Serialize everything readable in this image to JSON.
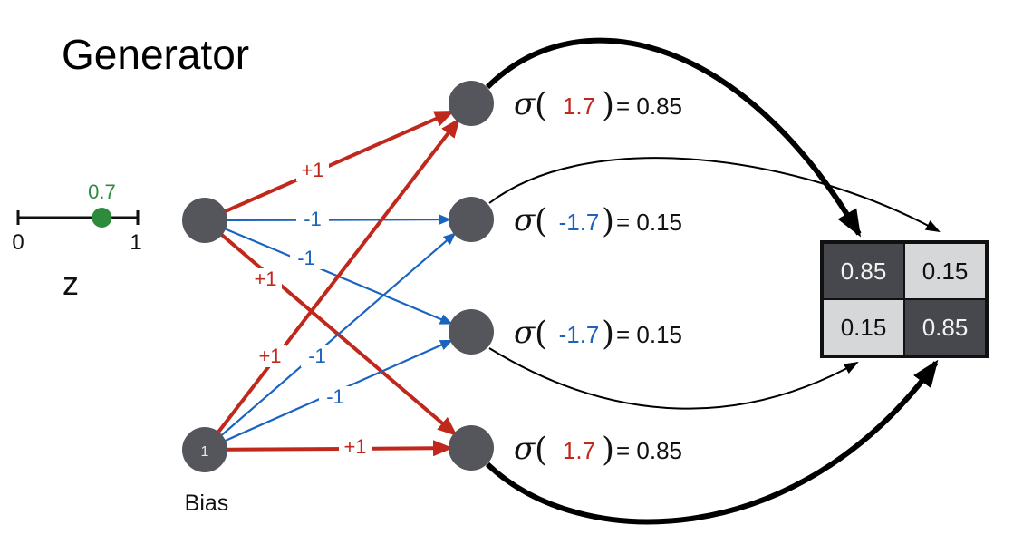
{
  "title": "Generator",
  "colors": {
    "positive": "#c0281b",
    "negative": "#1a64c0",
    "node": "#55565b",
    "slider_point": "#2e8b3e",
    "dark_cell": "#47484d",
    "light_cell": "#d6d7d8"
  },
  "input": {
    "slider": {
      "min_label": "0",
      "max_label": "1",
      "value": 0.7,
      "value_label": "0.7"
    },
    "variable_label": "z",
    "bias_label": "Bias",
    "bias_value": "1"
  },
  "edges": [
    {
      "from": "z",
      "to": 0,
      "weight": "+1",
      "sign": "positive"
    },
    {
      "from": "z",
      "to": 1,
      "weight": "-1",
      "sign": "negative"
    },
    {
      "from": "z",
      "to": 2,
      "weight": "-1",
      "sign": "negative"
    },
    {
      "from": "z",
      "to": 3,
      "weight": "+1",
      "sign": "positive"
    },
    {
      "from": "bias",
      "to": 0,
      "weight": "+1",
      "sign": "positive"
    },
    {
      "from": "bias",
      "to": 1,
      "weight": "-1",
      "sign": "negative"
    },
    {
      "from": "bias",
      "to": 2,
      "weight": "-1",
      "sign": "negative"
    },
    {
      "from": "bias",
      "to": 3,
      "weight": "+1",
      "sign": "positive"
    }
  ],
  "outputs": [
    {
      "func": "σ",
      "arg": "1.7",
      "sign": "positive",
      "result": "= 0.85",
      "cell": 0,
      "strong": true
    },
    {
      "func": "σ",
      "arg": "-1.7",
      "sign": "negative",
      "result": "= 0.15",
      "cell": 1,
      "strong": false
    },
    {
      "func": "σ",
      "arg": "-1.7",
      "sign": "negative",
      "result": "= 0.15",
      "cell": 2,
      "strong": false
    },
    {
      "func": "σ",
      "arg": "1.7",
      "sign": "positive",
      "result": "= 0.85",
      "cell": 3,
      "strong": true
    }
  ],
  "grid": [
    {
      "value": "0.85",
      "shade": "dark"
    },
    {
      "value": "0.15",
      "shade": "light"
    },
    {
      "value": "0.15",
      "shade": "light"
    },
    {
      "value": "0.85",
      "shade": "dark"
    }
  ]
}
